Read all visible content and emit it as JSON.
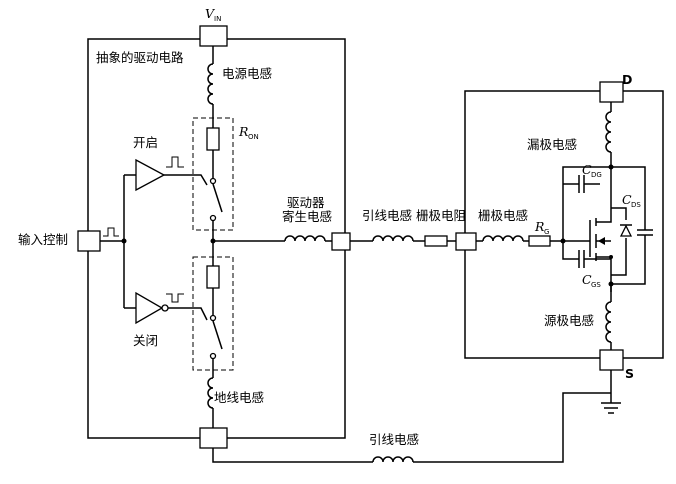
{
  "labels": {
    "vin_main": "V",
    "vin_sub": "IN",
    "driver_circuit": "抽象的驱动电路",
    "source_inductance": "电源电感",
    "r_on_main": "R",
    "r_on_sub": "ON",
    "turn_on": "开启",
    "turn_off": "关闭",
    "input_control": "输入控制",
    "driver_parasitic_line1": "驱动器",
    "driver_parasitic_line2": "寄生电感",
    "lead_inductance": "引线电感",
    "gate_resistance": "栅极电阻",
    "gate_inductance": "栅极电感",
    "rg_main": "R",
    "rg_sub": "G",
    "drain_inductance": "漏极电感",
    "source_lead_inductance": "源极电感",
    "ground_inductance": "地线电感",
    "return_lead_inductance": "引线电感",
    "cdg_main": "C",
    "cdg_sub": "DG",
    "cds_main": "C",
    "cds_sub": "DS",
    "cgs_main": "C",
    "cgs_sub": "GS",
    "drain_terminal": "D",
    "source_terminal": "S"
  }
}
